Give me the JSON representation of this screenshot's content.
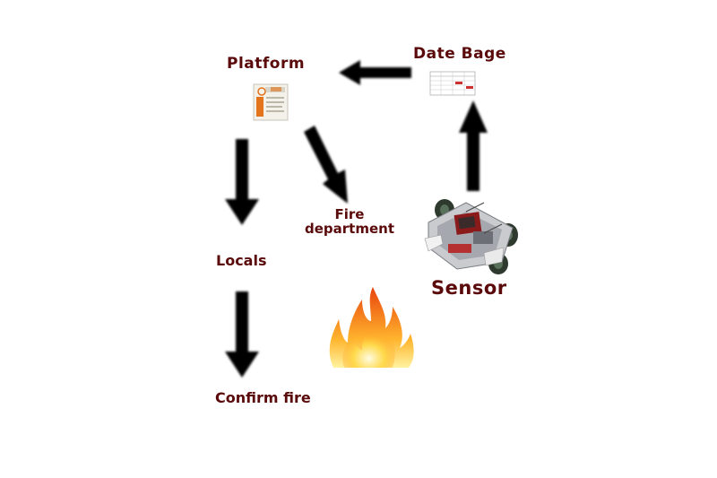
{
  "nodes": {
    "platform": "Platform",
    "date_bage": "Date Bage",
    "fire_department_line1": "Fire",
    "fire_department_line2": "department",
    "locals": "Locals",
    "sensor": "Sensor",
    "confirm_fire": "Confirm fire"
  },
  "colors": {
    "label": "#5a0a0a",
    "arrow": "#000000",
    "fire_outer": "#f26b0f",
    "fire_inner": "#ffd23a"
  }
}
